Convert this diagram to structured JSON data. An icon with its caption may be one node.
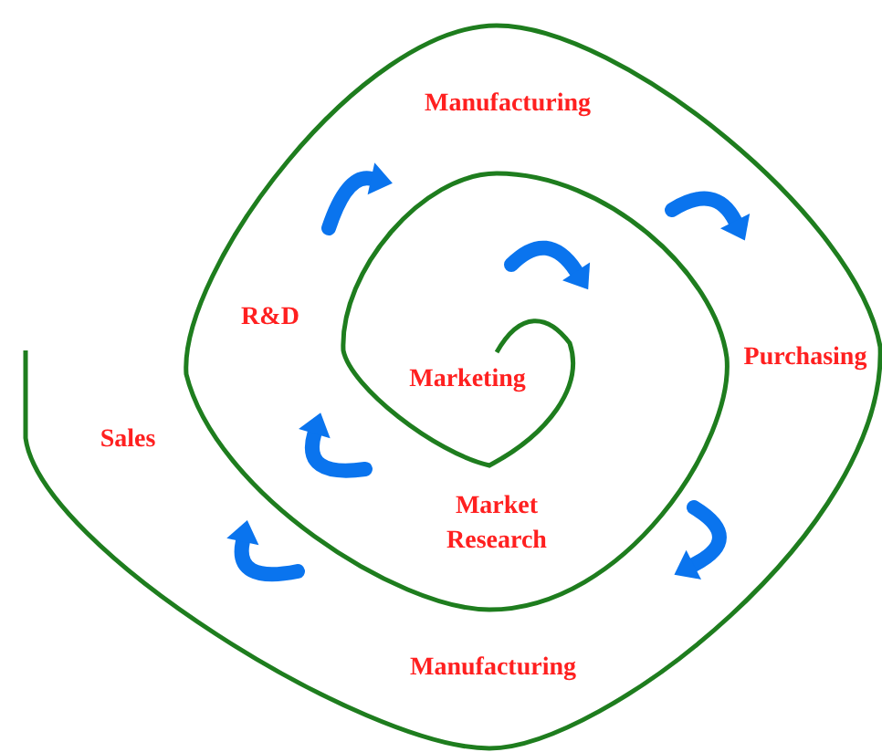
{
  "diagram": {
    "labels": [
      "Manufacturing",
      "R&D",
      "Marketing",
      "Purchasing",
      "Sales",
      "Market Research",
      "Manufacturing"
    ]
  }
}
